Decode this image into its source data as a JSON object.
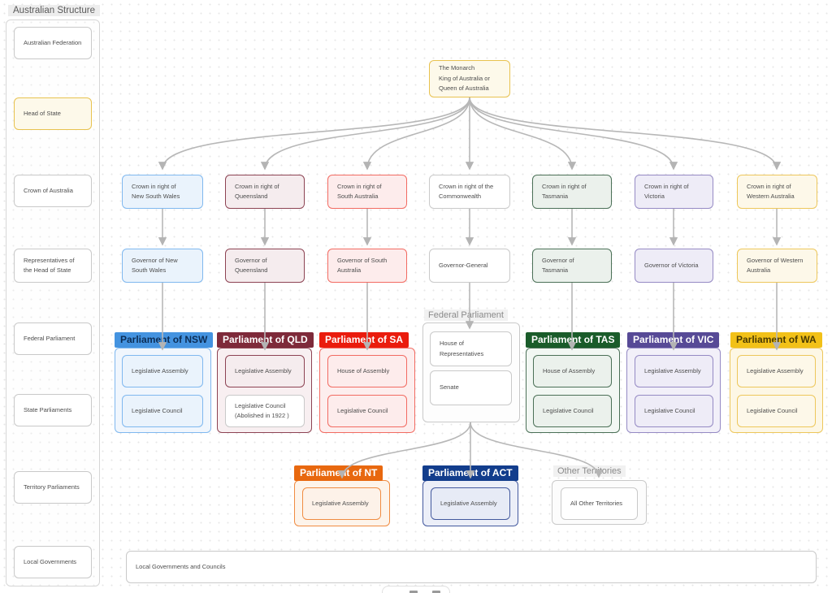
{
  "sidebar": {
    "title": "Australian Structure",
    "items": [
      {
        "label": "Australian Federation"
      },
      {
        "label": "Head of State"
      },
      {
        "label": "Crown of Australia"
      },
      {
        "label": "Representatives of\nthe Head of State"
      },
      {
        "label": "Federal Parliament"
      },
      {
        "label": "State Parliaments"
      },
      {
        "label": "Territory Parliaments"
      },
      {
        "label": "Local Governments"
      }
    ]
  },
  "diagram": {
    "monarch": {
      "text": "The Monarch\nKing of Australia or\nQueen of Australia"
    },
    "crowns": [
      {
        "text": "Crown in right of\nNew South Wales"
      },
      {
        "text": "Crown in right of\nQueensland"
      },
      {
        "text": "Crown in right of\nSouth Australia"
      },
      {
        "text": "Crown in right of the\nCommonwealth"
      },
      {
        "text": "Crown in right of\nTasmania"
      },
      {
        "text": "Crown in right of\nVictoria"
      },
      {
        "text": "Crown in right of\nWestern Australia"
      }
    ],
    "governors": [
      {
        "text": "Governor of New\nSouth Wales"
      },
      {
        "text": "Governor of\nQueensland"
      },
      {
        "text": "Governor of South\nAustralia"
      },
      {
        "text": "Governor-General"
      },
      {
        "text": "Governor of\nTasmania"
      },
      {
        "text": "Governor of Victoria"
      },
      {
        "text": "Governor of Western\nAustralia"
      }
    ],
    "parliaments": [
      {
        "header": "Parliament of NSW",
        "chambers": [
          "Legislative Assembly",
          "Legislative Council"
        ]
      },
      {
        "header": "Parliament of QLD",
        "chambers": [
          "Legislative Assembly",
          "Legislative Council\n(Abolished in 1922 )"
        ]
      },
      {
        "header": "Parliament of SA",
        "chambers": [
          "House of Assembly",
          "Legislative Council"
        ]
      },
      {
        "header": "Parliament of TAS",
        "chambers": [
          "House of Assembly",
          "Legislative Council"
        ]
      },
      {
        "header": "Parliament of VIC",
        "chambers": [
          "Legislative Assembly",
          "Legislative Council"
        ]
      },
      {
        "header": "Parliament of WA",
        "chambers": [
          "Legislative Assembly",
          "Legislative Council"
        ]
      }
    ],
    "federal": {
      "label": "Federal Parliament",
      "chambers": [
        "House of\nRepresentatives",
        "Senate"
      ]
    },
    "territories": [
      {
        "header": "Parliament of NT",
        "chamber": "Legislative Assembly"
      },
      {
        "header": "Parliament of ACT",
        "chamber": "Legislative Assembly"
      },
      {
        "label": "Other Territories",
        "chamber": "All Other Territories"
      }
    ],
    "local_government": {
      "text": "Local Governments and Councils"
    }
  },
  "colors": {
    "edge": "#b7b7b7",
    "monarch_border": "#e8c24f",
    "nsw": "#4493e0",
    "qld": "#7e2a3a",
    "sa": "#ea1c0d",
    "tas": "#1a5c2a",
    "vic": "#574a96",
    "wa": "#f2c118",
    "nt": "#e8680f",
    "act": "#123d8c"
  }
}
